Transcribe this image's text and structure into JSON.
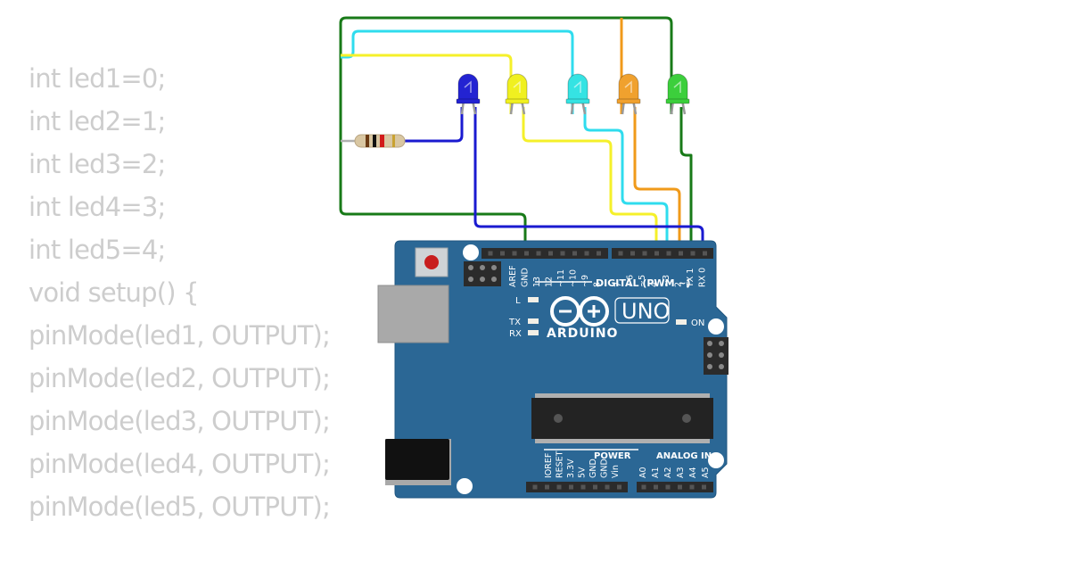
{
  "code_lines": [
    "int led1=0;",
    "int led2=1;",
    "int led3=2;",
    "int led4=3;",
    "int led5=4;",
    "void setup() {",
    "pinMode(led1, OUTPUT);",
    "pinMode(led2, OUTPUT);",
    "pinMode(led3, OUTPUT);",
    "pinMode(led4, OUTPUT);",
    "pinMode(led5, OUTPUT);"
  ],
  "board": {
    "logo_text": "ARDUINO",
    "model": "UNO",
    "digital_label": "DIGITAL (PWM ~)",
    "power_label": "POWER",
    "analog_label": "ANALOG IN",
    "on_label": "ON",
    "l_label": "L",
    "tx_label": "TX",
    "rx_label": "RX",
    "header_top_left": [
      "AREF",
      "GND",
      "13",
      "12",
      "~11",
      "~10",
      "~9",
      "8"
    ],
    "header_top_right": [
      "7",
      "~6",
      "~5",
      "4",
      "~3",
      "2",
      "TX 1",
      "RX 0"
    ],
    "header_power": [
      "IOREF",
      "RESET",
      "3.3V",
      "5V",
      "GND",
      "GND",
      "Vin"
    ],
    "header_analog": [
      "A0",
      "A1",
      "A2",
      "A3",
      "A4",
      "A5"
    ],
    "colors": {
      "pcb": "#2b6795",
      "pcb_edge": "#1f5680",
      "header": "#2b2b2b"
    }
  },
  "leds": [
    {
      "name": "blue",
      "color": "#2323d2"
    },
    {
      "name": "yellow",
      "color": "#f0f020"
    },
    {
      "name": "cyan",
      "color": "#35e3e3"
    },
    {
      "name": "orange",
      "color": "#f0a12e"
    },
    {
      "name": "green",
      "color": "#3ccf3c"
    }
  ],
  "wires": {
    "green": "#187a18",
    "cyan": "#2fdcee",
    "yellow": "#f5f02a",
    "orange": "#f09a1a",
    "blue": "#1a1ad0"
  }
}
